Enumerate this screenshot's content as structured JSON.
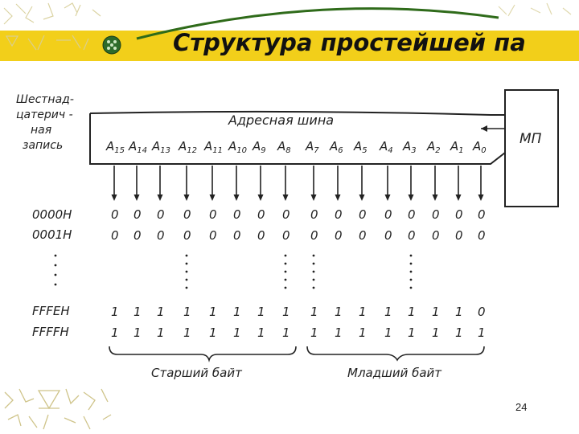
{
  "slide": {
    "title": "Структура простейшей па",
    "page_number": "24"
  },
  "diagram": {
    "side_caption_lines": [
      "Шестнад-",
      "цатерич -",
      "ная",
      "запись"
    ],
    "bus_label": "Адресная  шина",
    "mp_label": "МП",
    "address_lines": [
      "A15",
      "A14",
      "A13",
      "A12",
      "A11",
      "A10",
      "A9",
      "A8",
      "A7",
      "A6",
      "A5",
      "A4",
      "A3",
      "A2",
      "A1",
      "A0"
    ],
    "rows": [
      {
        "hex": "0000H",
        "bits": [
          "0",
          "0",
          "0",
          "0",
          "0",
          "0",
          "0",
          "0",
          "0",
          "0",
          "0",
          "0",
          "0",
          "0",
          "0",
          "0"
        ]
      },
      {
        "hex": "0001H",
        "bits": [
          "0",
          "0",
          "0",
          "0",
          "0",
          "0",
          "0",
          "0",
          "0",
          "0",
          "0",
          "0",
          "0",
          "0",
          "0",
          "0"
        ]
      },
      {
        "hex": "FFFEH",
        "bits": [
          "1",
          "1",
          "1",
          "1",
          "1",
          "1",
          "1",
          "1",
          "1",
          "1",
          "1",
          "1",
          "1",
          "1",
          "1",
          "0"
        ]
      },
      {
        "hex": "FFFFH",
        "bits": [
          "1",
          "1",
          "1",
          "1",
          "1",
          "1",
          "1",
          "1",
          "1",
          "1",
          "1",
          "1",
          "1",
          "1",
          "1",
          "1"
        ]
      }
    ],
    "high_byte_label": "Старший  байт",
    "low_byte_label": "Младший  байт"
  },
  "colors": {
    "banner": "#f2cf1a",
    "arc": "#2f6b1a",
    "ink": "#222222",
    "ornament": "#cfc48a"
  }
}
